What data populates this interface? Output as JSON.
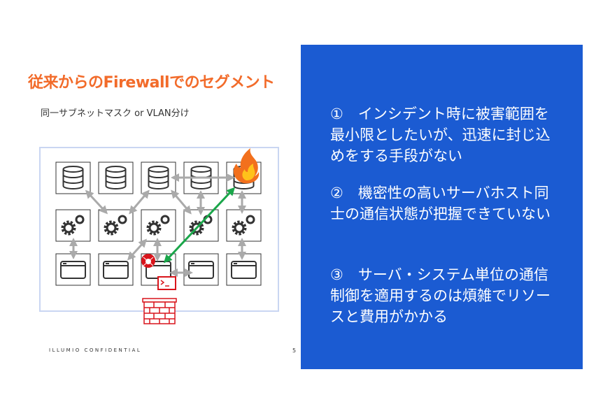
{
  "slide": {
    "title": "従来からのFirewallでのセグメント",
    "subtitle": "同一サブネットマスク or VLAN分け",
    "footer": "ILLUMIO CONFIDENTIAL",
    "page_number": "5"
  },
  "panel": {
    "points": [
      "①　インシデント時に被害範囲を最小限としたいが、迅速に封じ込めをする手段がない",
      "②　機密性の高いサーバホスト同士の通信状態が把握できていない",
      "③　サーバ・システム単位の通信制御を適用するのは煩雑でリソースと費用がかかる"
    ]
  },
  "colors": {
    "title": "#f26b2a",
    "panel": "#1b5bd2",
    "attack_path": "#1aa64a",
    "threat": "#d9141b"
  }
}
